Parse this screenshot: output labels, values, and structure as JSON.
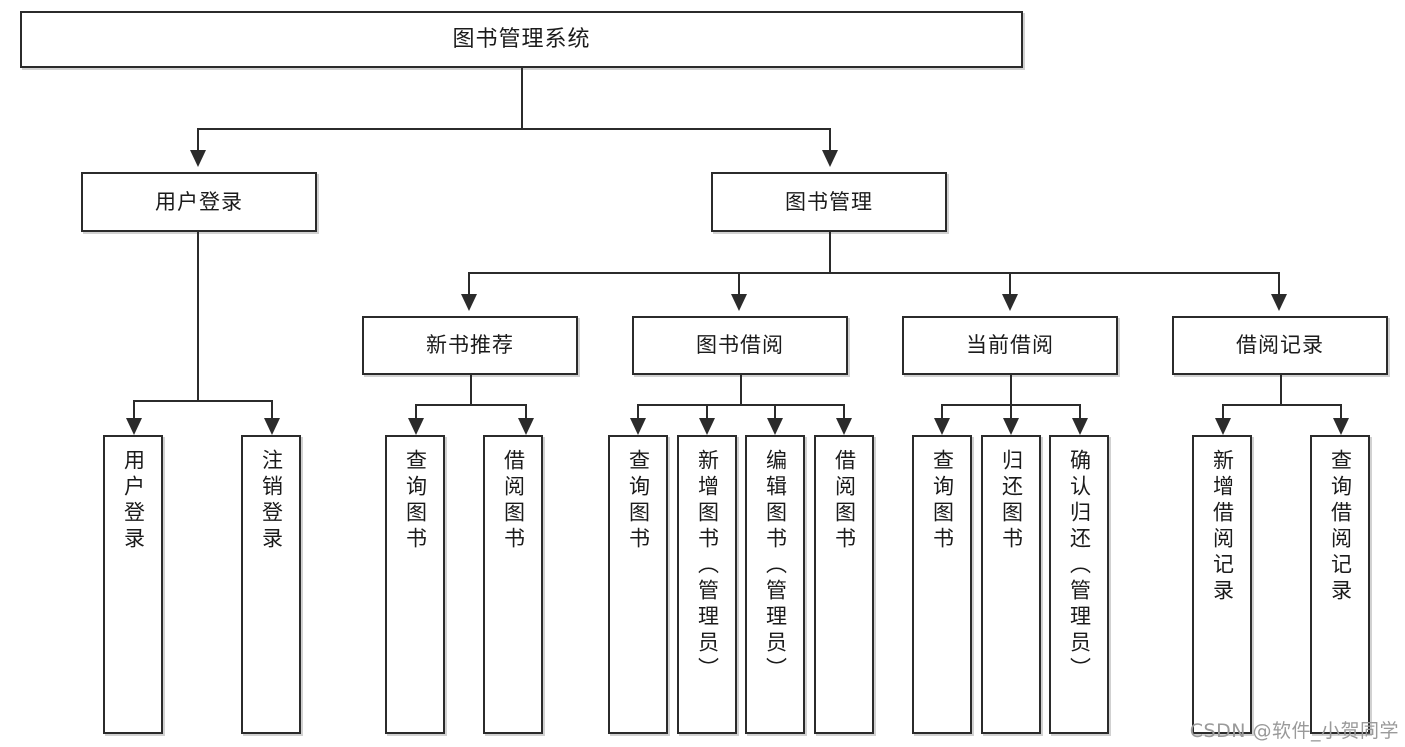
{
  "diagram": {
    "title": "图书管理系统",
    "type": "tree",
    "watermark": "CSDN @软件_小贺同学",
    "colors": {
      "stroke": "#2b2b2b",
      "fill": "#ffffff",
      "text": "#1b1b1b",
      "watermark": "#9a9a9a"
    },
    "root": {
      "label": "图书管理系统"
    },
    "level2": [
      {
        "label": "用户登录"
      },
      {
        "label": "图书管理"
      }
    ],
    "level3": [
      {
        "label": "新书推荐"
      },
      {
        "label": "图书借阅"
      },
      {
        "label": "当前借阅"
      },
      {
        "label": "借阅记录"
      }
    ],
    "leaves": {
      "user_login": [
        {
          "label": "用户登录"
        },
        {
          "label": "注销登录"
        }
      ],
      "new_book_recommend": [
        {
          "label": "查询图书"
        },
        {
          "label": "借阅图书"
        }
      ],
      "book_borrow": [
        {
          "label": "查询图书"
        },
        {
          "label": "新增图书（管理员）"
        },
        {
          "label": "编辑图书（管理员）"
        },
        {
          "label": "借阅图书"
        }
      ],
      "current_borrow": [
        {
          "label": "查询图书"
        },
        {
          "label": "归还图书"
        },
        {
          "label": "确认归还（管理员）"
        }
      ],
      "borrow_record": [
        {
          "label": "新增借阅记录"
        },
        {
          "label": "查询借阅记录"
        }
      ]
    }
  }
}
